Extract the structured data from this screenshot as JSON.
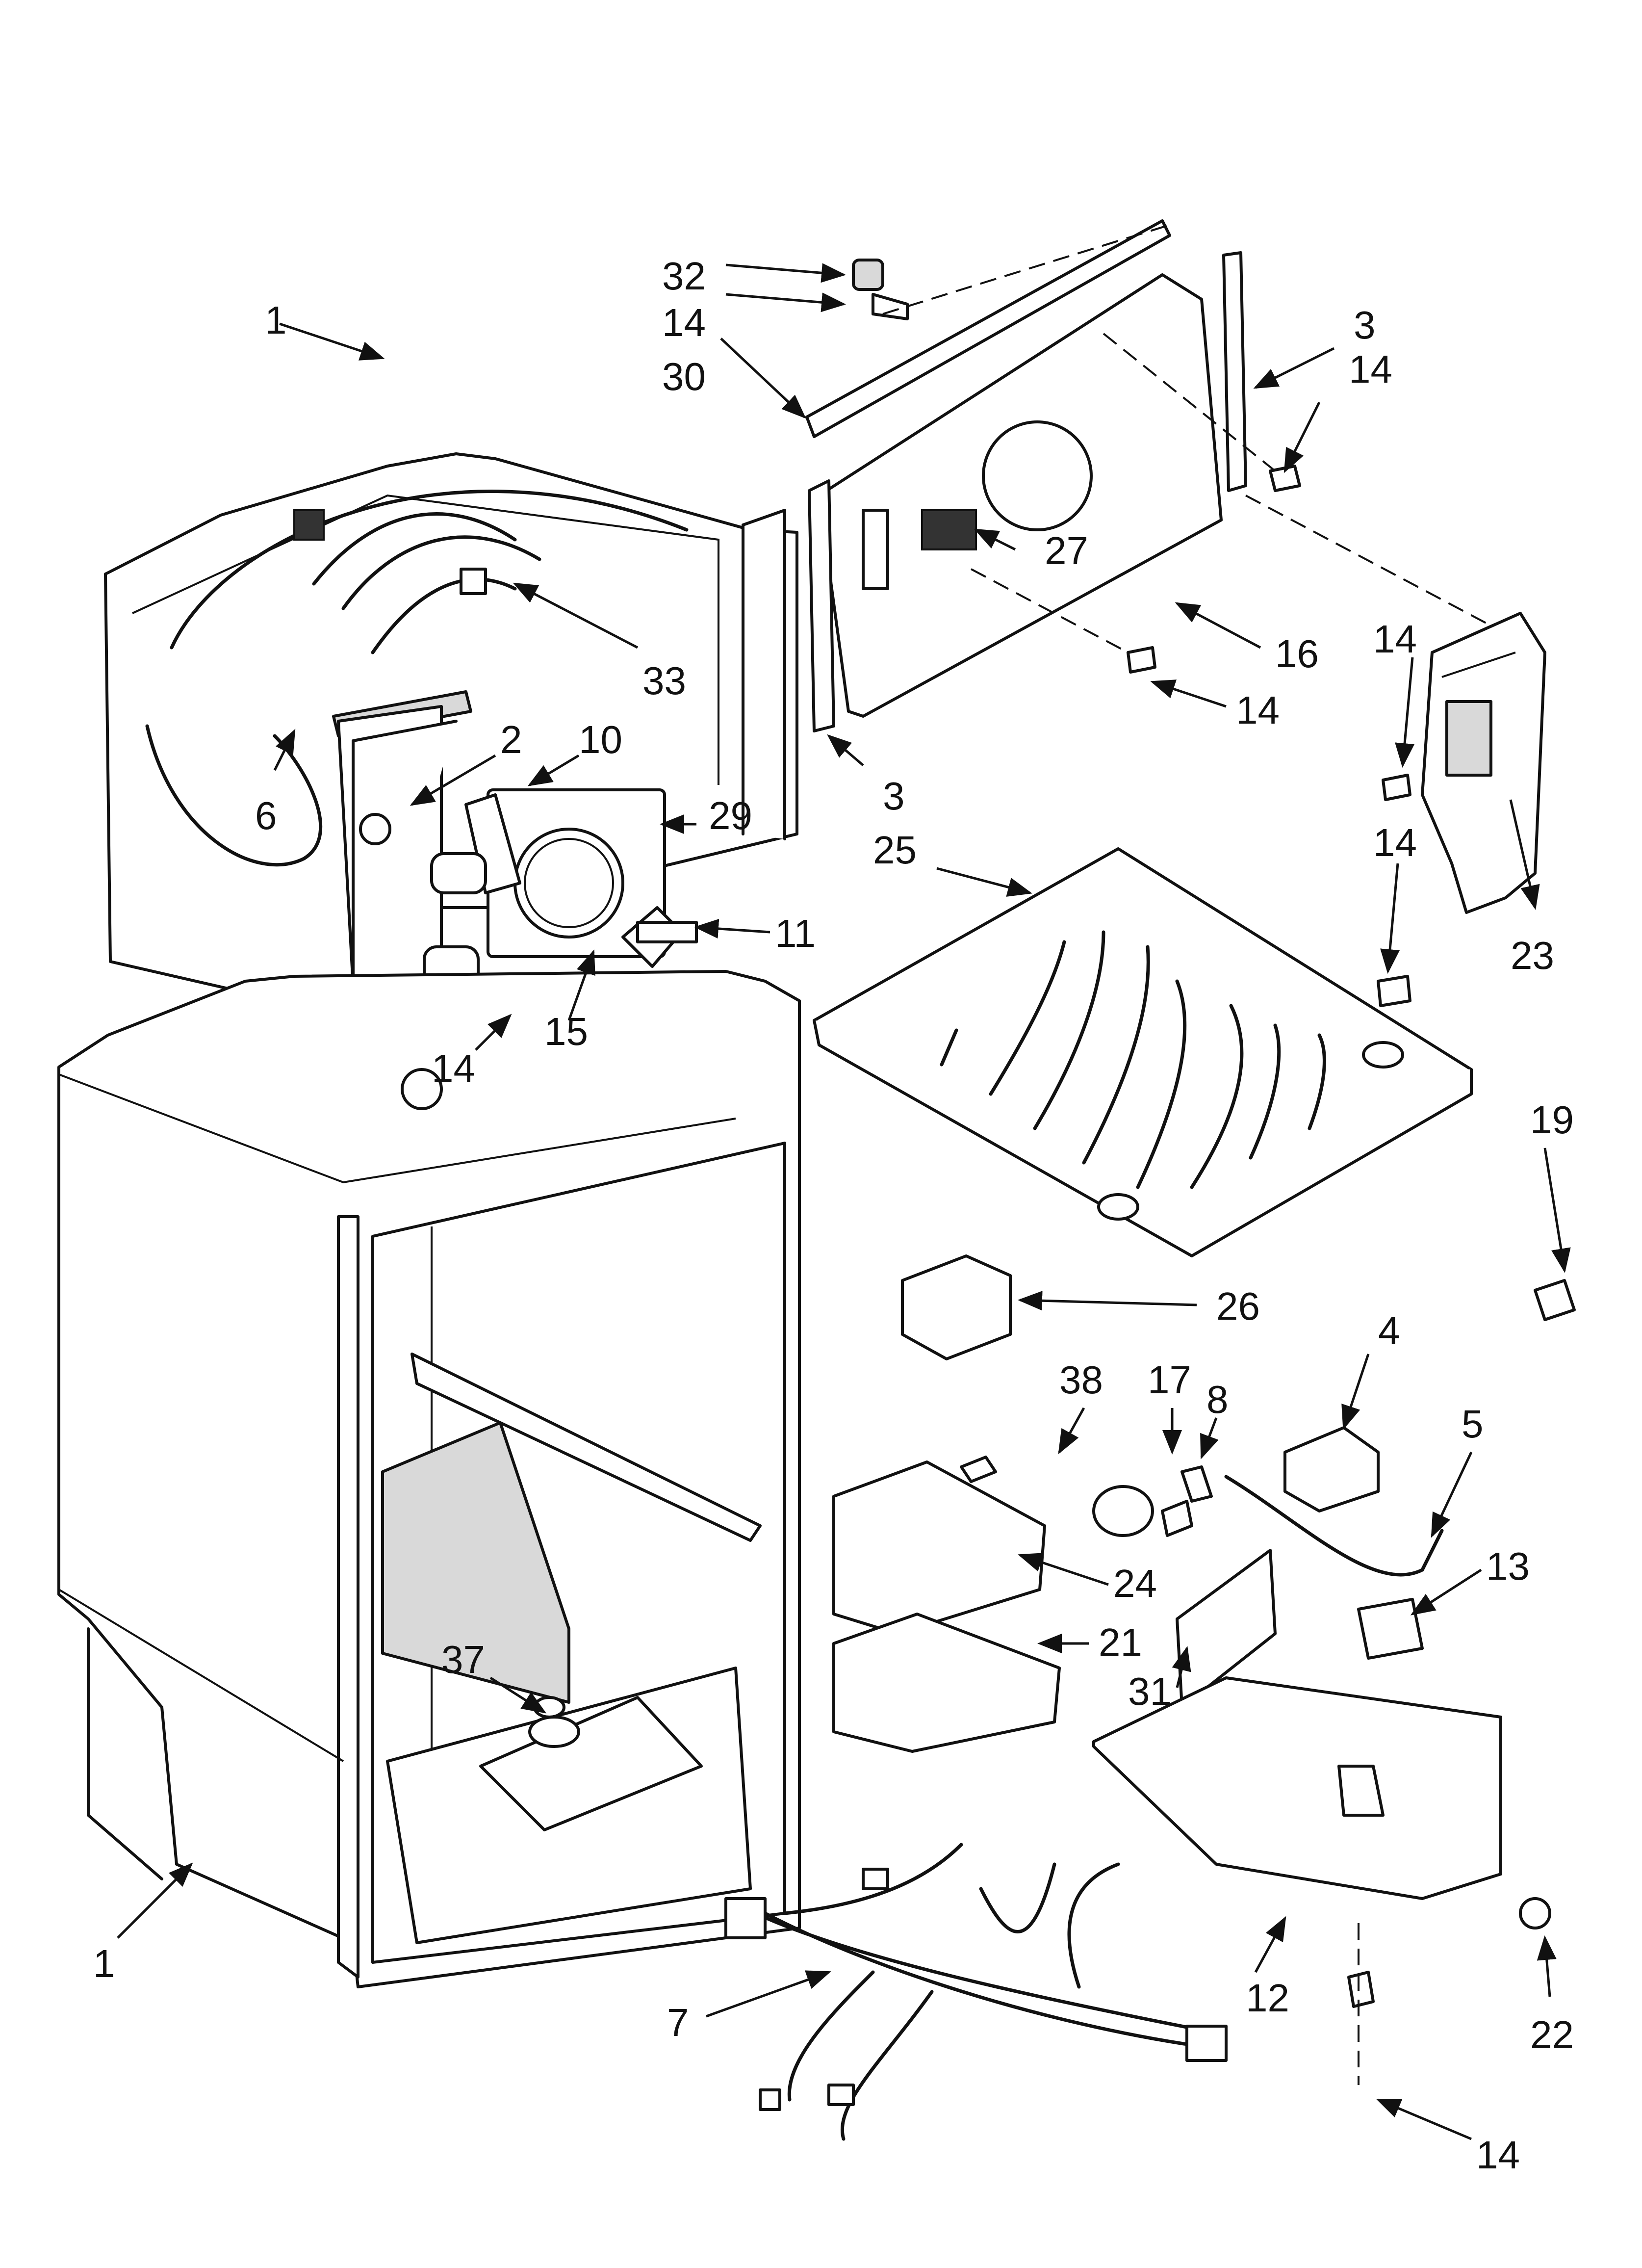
{
  "labels": {
    "l32": "32",
    "l14a": "14",
    "l30": "30",
    "l3a": "3",
    "l14b": "14",
    "l1a": "1",
    "l27": "27",
    "l33": "33",
    "l16": "16",
    "l14c": "14",
    "l14d": "14",
    "l2": "2",
    "l10": "10",
    "l6": "6",
    "l29": "29",
    "l3b": "3",
    "l25": "25",
    "l14e": "14",
    "l11": "11",
    "l15": "15",
    "l14f": "14",
    "l23": "23",
    "l19": "19",
    "l26": "26",
    "l4": "4",
    "l38": "38",
    "l17": "17",
    "l8": "8",
    "l5": "5",
    "l24": "24",
    "l13": "13",
    "l21": "21",
    "l37": "37",
    "l31": "31",
    "l1b": "1",
    "l7": "7",
    "l12": "12",
    "l22": "22",
    "l14g": "14"
  }
}
